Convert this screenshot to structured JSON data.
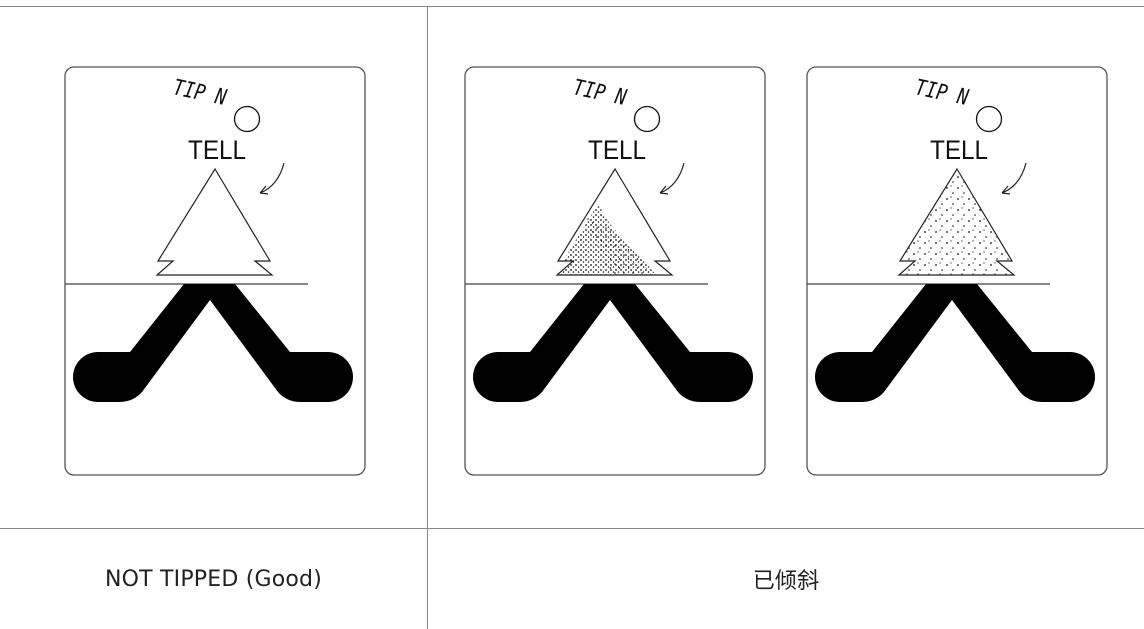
{
  "table": {
    "columns": [
      {
        "caption": "NOT TIPPED (Good)"
      },
      {
        "caption": "已倾斜"
      }
    ]
  },
  "indicator": {
    "label_top": "TIP N",
    "label_bottom": "TELL",
    "states": [
      {
        "column": 0,
        "fill": "empty"
      },
      {
        "column": 1,
        "fill": "partial-left"
      },
      {
        "column": 1,
        "fill": "scattered-full"
      }
    ]
  }
}
